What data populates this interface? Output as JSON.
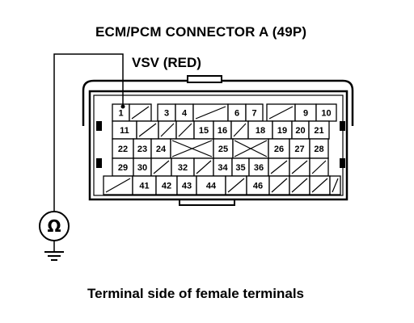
{
  "header": {
    "title": "ECM/PCM CONNECTOR A (49P)",
    "wire_label": "VSV (RED)"
  },
  "caption": "Terminal side of female terminals",
  "meter": {
    "symbol": "Ω"
  },
  "connector": {
    "rows": [
      [
        "1",
        "",
        "3",
        "4",
        "",
        "6",
        "7",
        "",
        "9",
        "10"
      ],
      [
        "11",
        "",
        "",
        "",
        "15",
        "16",
        "",
        "18",
        "19",
        "20",
        "21"
      ],
      [
        "22",
        "23",
        "24",
        "",
        "25",
        "",
        "26",
        "27",
        "28"
      ],
      [
        "29",
        "30",
        "",
        "32",
        "",
        "34",
        "35",
        "36",
        "",
        "",
        ""
      ],
      [
        "",
        "41",
        "42",
        "43",
        "44",
        "",
        "46",
        "",
        "",
        "",
        ""
      ]
    ]
  }
}
